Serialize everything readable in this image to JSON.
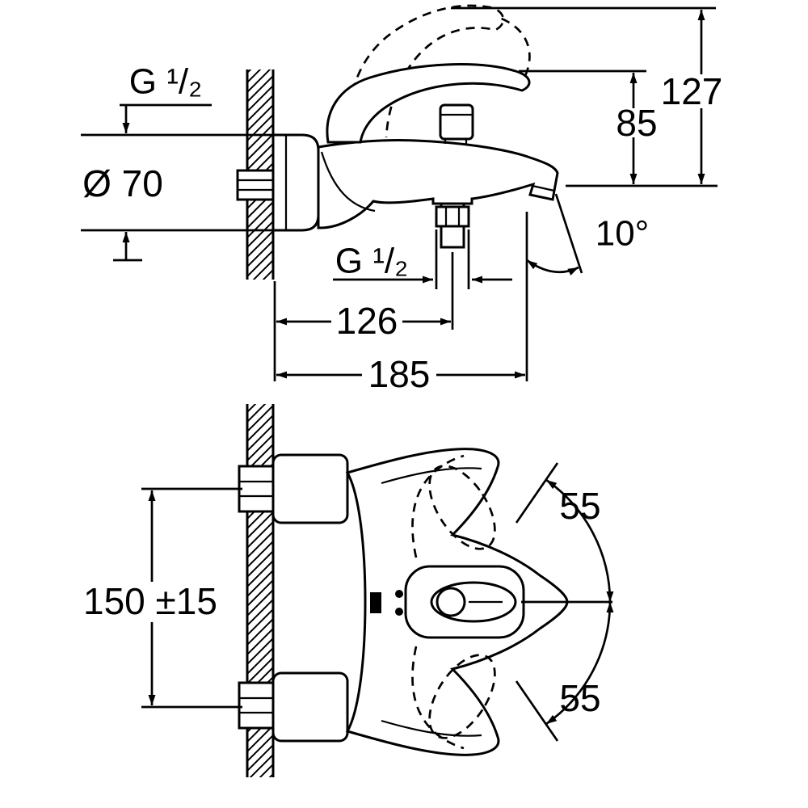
{
  "style": {
    "background": "#ffffff",
    "line_color": "#000000"
  },
  "side_view": {
    "thread_top": "G ¹/₂",
    "escutcheon_diameter": "Ø 70",
    "height_overall": "127",
    "height_to_handle": "85",
    "spout_angle": "10°",
    "thread_bottom": "G ¹/₂",
    "wall_to_diverter": "126",
    "wall_to_spout": "185"
  },
  "front_view": {
    "hole_spacing": "150 ±15",
    "swing_angle_up": "55",
    "swing_angle_down": "55"
  }
}
